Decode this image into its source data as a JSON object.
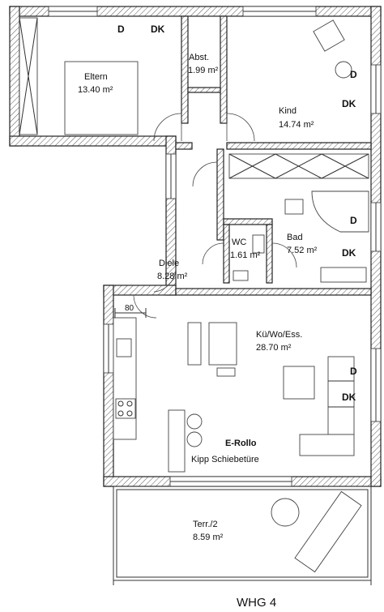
{
  "rooms": [
    {
      "name": "Eltern",
      "area": "13.40 m²"
    },
    {
      "name": "Abst.",
      "area": "1.99 m²"
    },
    {
      "name": "Kind",
      "area": "14.74 m²"
    },
    {
      "name": "WC",
      "area": "1.61 m²"
    },
    {
      "name": "Bad",
      "area": "7.52 m²"
    },
    {
      "name": "Diele",
      "area": "8.28 m²"
    },
    {
      "name": "Kü/Wo/Ess.",
      "area": "28.70 m²"
    },
    {
      "name": "Terr./2",
      "area": "8.59 m²"
    }
  ],
  "markers": {
    "d": "D",
    "dk": "DK"
  },
  "dimension": "80",
  "notes": {
    "rollo": "E-Rollo",
    "door": "Kipp Schiebetüre"
  },
  "unit_title": "WHG 4"
}
